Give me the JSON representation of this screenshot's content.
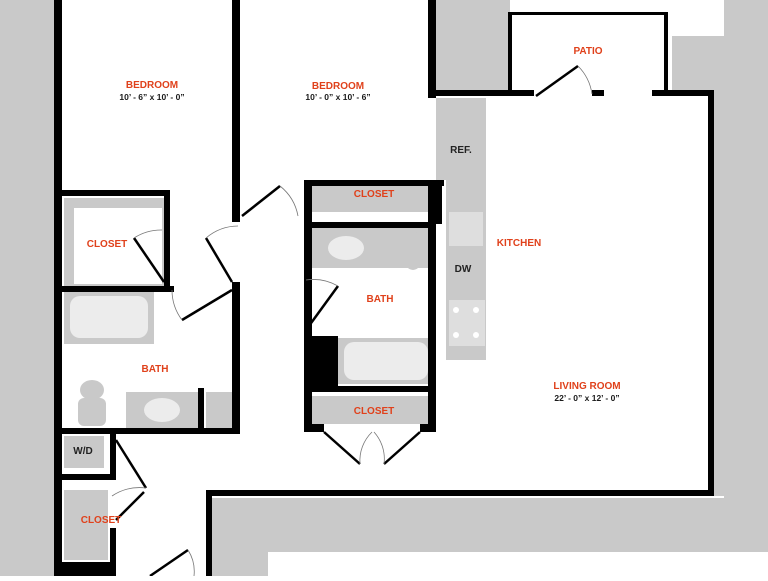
{
  "rooms": {
    "bedroom_left": {
      "label": "BEDROOM",
      "dimensions": "10’ - 6” x 10’ - 0”"
    },
    "bedroom_center": {
      "label": "BEDROOM",
      "dimensions": "10’ - 0” x 10’ - 6”"
    },
    "patio": {
      "label": "PATIO"
    },
    "refrigerator": {
      "label": "REF."
    },
    "closet_center_top": {
      "label": "CLOSET"
    },
    "kitchen": {
      "label": "KITCHEN"
    },
    "closet_left": {
      "label": "CLOSET"
    },
    "dishwasher": {
      "label": "DW"
    },
    "bath_center": {
      "label": "BATH"
    },
    "bath_left": {
      "label": "BATH"
    },
    "living_room": {
      "label": "LIVING ROOM",
      "dimensions": "22’ - 0” x 12’ - 0”"
    },
    "closet_center_bottom": {
      "label": "CLOSET"
    },
    "washer_dryer": {
      "label": "W/D"
    },
    "closet_bottom_left": {
      "label": "CLOSET"
    }
  },
  "colors": {
    "wall": "#000000",
    "exterior": "#c9c9c9",
    "label_room": "#e0411b",
    "label_fixture": "#222222"
  }
}
